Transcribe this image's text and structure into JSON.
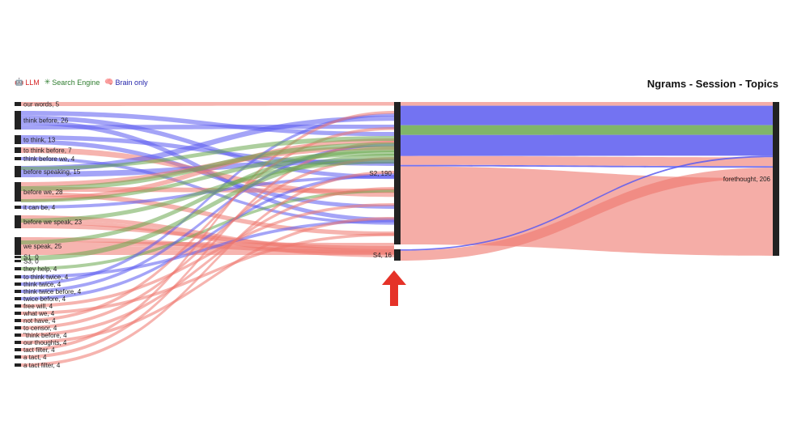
{
  "title": "Ngrams - Session - Topics",
  "legend": [
    {
      "label": "LLM",
      "color": "#d62728",
      "icon": "robot-icon",
      "glyph": "🤖"
    },
    {
      "label": "Search Engine",
      "color": "#2f7d2f",
      "icon": "search-engine-icon",
      "glyph": "✳"
    },
    {
      "label": "Brain only",
      "color": "#1f1fa8",
      "icon": "brain-icon",
      "glyph": "🧠"
    }
  ],
  "colors": {
    "LLM": "#ee776d",
    "Search Engine": "#6aa84f",
    "Brain only": "#5a5af0",
    "node": "#222222"
  },
  "annotation": {
    "icon": "red-arrow-up-icon",
    "color": "#e53228"
  },
  "chart_data": {
    "type": "sankey",
    "title": "Ngrams - Session - Topics",
    "left_nodes": [
      {
        "label": "our words, 5",
        "value": 5
      },
      {
        "label": "think before, 26",
        "value": 26
      },
      {
        "label": "to think, 13",
        "value": 13
      },
      {
        "label": "to think before, 7",
        "value": 7
      },
      {
        "label": "think before we, 4",
        "value": 4
      },
      {
        "label": "before speaking, 15",
        "value": 15
      },
      {
        "label": "before we, 28",
        "value": 28
      },
      {
        "label": "it can be, 4",
        "value": 4
      },
      {
        "label": "before we speak, 23",
        "value": 23
      },
      {
        "label": "we speak, 25",
        "value": 25
      },
      {
        "label": "S1, 0",
        "value": 0
      },
      {
        "label": "S3, 0",
        "value": 0
      },
      {
        "label": "they help, 4",
        "value": 4
      },
      {
        "label": "to think twice, 4",
        "value": 4
      },
      {
        "label": "think twice, 4",
        "value": 4
      },
      {
        "label": "think twice before, 4",
        "value": 4
      },
      {
        "label": "twice before, 4",
        "value": 4
      },
      {
        "label": "free will, 4",
        "value": 4
      },
      {
        "label": "what we, 4",
        "value": 4
      },
      {
        "label": "not have, 4",
        "value": 4
      },
      {
        "label": "to censor, 4",
        "value": 4
      },
      {
        "label": "\"think before, 4",
        "value": 4
      },
      {
        "label": "our thoughts, 4",
        "value": 4
      },
      {
        "label": "tact filter, 4",
        "value": 4
      },
      {
        "label": "a tact, 4",
        "value": 4
      },
      {
        "label": "a tact filter, 4",
        "value": 4
      }
    ],
    "session_nodes": [
      {
        "label": "S2, 190",
        "value": 190
      },
      {
        "label": "S4, 16",
        "value": 16
      }
    ],
    "topic_nodes": [
      {
        "label": "forethought, 206",
        "value": 206
      }
    ],
    "flows_to_topic": [
      {
        "from": "S2, 190",
        "group": "LLM",
        "value": 5
      },
      {
        "from": "S2, 190",
        "group": "Brain only",
        "value": 26
      },
      {
        "from": "S2, 190",
        "group": "Search Engine",
        "value": 13
      },
      {
        "from": "S2, 190",
        "group": "Brain only",
        "value": 28
      },
      {
        "from": "S2, 190",
        "group": "LLM",
        "value": 12
      },
      {
        "from": "S2, 190",
        "group": "Brain only",
        "value": 2
      },
      {
        "from": "S2, 190",
        "group": "LLM",
        "value": 104
      },
      {
        "from": "S4, 16",
        "group": "Brain only",
        "value": 2
      },
      {
        "from": "S4, 16",
        "group": "LLM",
        "value": 14
      }
    ]
  }
}
